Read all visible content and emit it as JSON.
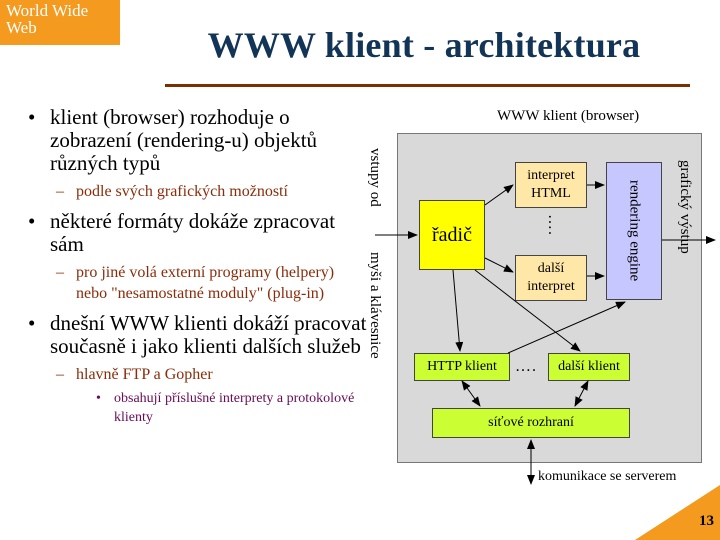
{
  "corner": {
    "line1": "World Wide",
    "line2": "Web"
  },
  "title": "WWW klient - architektura",
  "bullets": {
    "b1": "klient (browser) rozhoduje o zobrazení (rendering-u) objektů různých typů",
    "b1_sub": "podle svých grafických možností",
    "b2": "některé formáty dokáže zpracovat sám",
    "b2_sub": "pro jiné volá externí programy (helpery) nebo \"nesamostatné moduly\" (plug-in)",
    "b3": "dnešní WWW klienti dokáží pracovat současně i jako klienti dalších služeb",
    "b3_sub": "hlavně FTP a Gopher",
    "b3_subsub": "obsahují příslušné interprety a protokolové klienty"
  },
  "diagram": {
    "browser_label": "WWW klient (browser)",
    "input_label_1": "vstupy od",
    "input_label_2": "myši a klávesnice",
    "output_label": "grafický výstup",
    "radic": "řadič",
    "interpret_html": "interpret HTML",
    "dalsi_interpret": "další interpret",
    "dots_vertical": "….",
    "rendering_engine": "rendering engine",
    "http_klient": "HTTP klient",
    "dots_horizontal": "….",
    "dalsi_klient": "další klient",
    "sitove_rozhrani": "síťové rozhraní",
    "komunikace": "komunikace se serverem"
  },
  "page_number": "13",
  "colors": {
    "accent": "#f49a1f",
    "title": "#123456",
    "rule": "#7a2f00"
  }
}
